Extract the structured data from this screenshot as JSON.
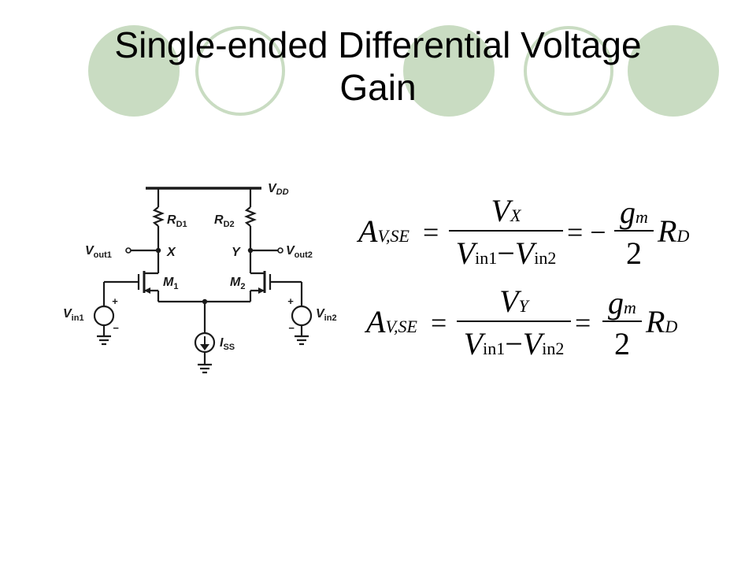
{
  "slide": {
    "title_line1": "Single-ended Differential Voltage",
    "title_line2": "Gain",
    "decor_colors": {
      "filled": "#c9dcc2",
      "outline": "#c9dcc2"
    }
  },
  "circuit": {
    "labels": {
      "vdd": "V",
      "vdd_sub": "DD",
      "rd1": "R",
      "rd1_sub": "D1",
      "rd2": "R",
      "rd2_sub": "D2",
      "vout1": "V",
      "vout1_sub": "out1",
      "vout2": "V",
      "vout2_sub": "out2",
      "x": "X",
      "y": "Y",
      "m1": "M",
      "m1_sub": "1",
      "m2": "M",
      "m2_sub": "2",
      "vin1": "V",
      "vin1_sub": "in1",
      "vin2": "V",
      "vin2_sub": "in2",
      "iss": "I",
      "iss_sub": "SS",
      "plus": "+",
      "minus": "−"
    }
  },
  "equations": {
    "eq1": {
      "lhs": "A",
      "lhs_sub": "V,SE",
      "num": "V",
      "num_sub": "X",
      "den_a": "V",
      "den_a_sub": "in1",
      "den_minus": "−",
      "den_b": "V",
      "den_b_sub": "in2",
      "eq": "=",
      "eq2": "= −",
      "gm": "g",
      "gm_sub": "m",
      "two": "2",
      "rd": "R",
      "rd_sub": "D"
    },
    "eq2": {
      "lhs": "A",
      "lhs_sub": "V,SE",
      "num": "V",
      "num_sub": "Y",
      "den_a": "V",
      "den_a_sub": "in1",
      "den_minus": "−",
      "den_b": "V",
      "den_b_sub": "in2",
      "eq": "=",
      "eq2": "=",
      "gm": "g",
      "gm_sub": "m",
      "two": "2",
      "rd": "R",
      "rd_sub": "D"
    }
  }
}
